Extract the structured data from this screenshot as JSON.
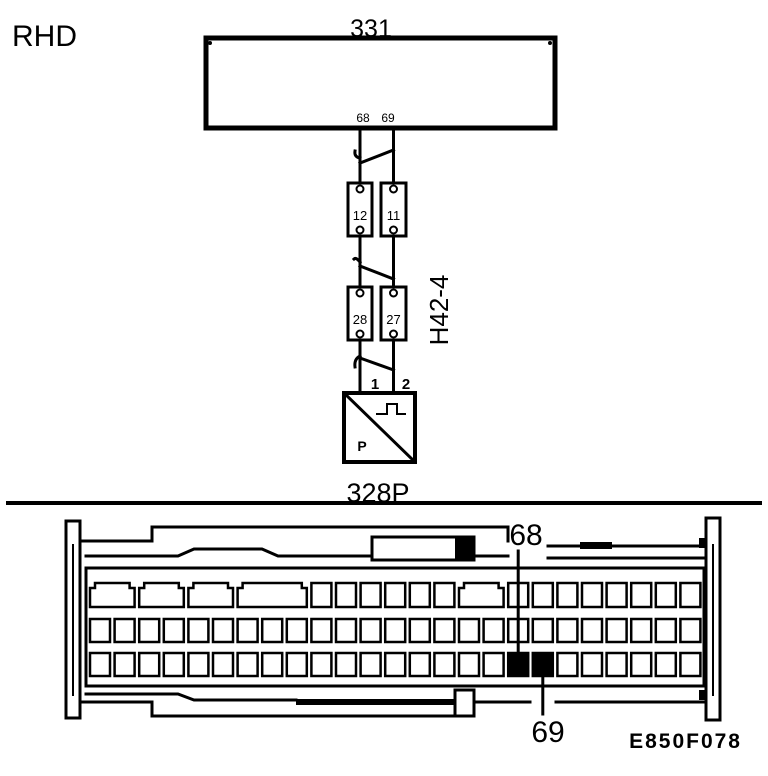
{
  "header": {
    "variant": "RHD"
  },
  "control_module": {
    "label": "331",
    "pin_a": "68",
    "pin_b": "69"
  },
  "connector": {
    "label": "H42-4",
    "upper": {
      "left": "12",
      "right": "11"
    },
    "lower": {
      "left": "28",
      "right": "27"
    }
  },
  "sensor": {
    "label": "328P",
    "pin_1": "1",
    "pin_2": "2",
    "symbol_text": "P",
    "icon": "square-wave-icon"
  },
  "connector_view": {
    "callout_top": "68",
    "callout_bottom": "69"
  },
  "figure_code": "E850F078",
  "colors": {
    "line": "#000000",
    "background": "#ffffff"
  }
}
